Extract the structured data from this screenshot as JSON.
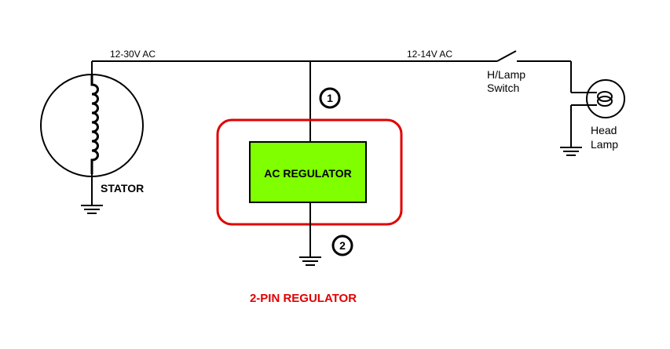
{
  "labels": {
    "input_voltage": "12-30V AC",
    "output_voltage": "12-14V AC",
    "switch": [
      "H/Lamp",
      "Switch"
    ],
    "lamp": [
      "Head",
      "Lamp"
    ],
    "stator": "STATOR",
    "regulator": "AC REGULATOR",
    "pin1": "1",
    "pin2": "2",
    "caption": "2-PIN REGULATOR"
  },
  "colors": {
    "wire": "#000000",
    "regulator_fill": "#80ff00",
    "highlight": "#e00000",
    "caption": "#e00000"
  }
}
